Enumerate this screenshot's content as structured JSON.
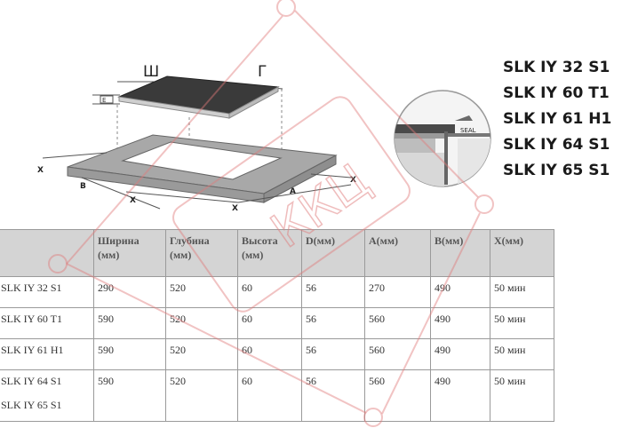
{
  "diagram": {
    "width_label": "Ш",
    "depth_label": "Г",
    "edge_label": "E",
    "seal_label": "SEAL",
    "dim_x": "X",
    "dim_b": "B",
    "dim_a": "A"
  },
  "models": [
    "SLK IY 32 S1",
    "SLK IY 60 T1",
    "SLK IY 61 H1",
    "SLK IY 64 S1",
    "SLK IY 65 S1"
  ],
  "table": {
    "headers": [
      "",
      "Ширина (мм)",
      "Глубина (мм)",
      "Высота (мм)",
      "D(мм)",
      "A(мм)",
      "B(мм)",
      "X(мм)"
    ],
    "rows": [
      [
        "SLK IY 32 S1",
        "290",
        "520",
        "60",
        "56",
        "270",
        "490",
        "50 мин"
      ],
      [
        "SLK IY 60 T1",
        "590",
        "520",
        "60",
        "56",
        "560",
        "490",
        "50 мин"
      ],
      [
        "SLK IY 61 H1",
        "590",
        "520",
        "60",
        "56",
        "560",
        "490",
        "50 мин"
      ],
      [
        "SLK IY 64 S1",
        "590",
        "520",
        "60",
        "56",
        "560",
        "490",
        "50 мин"
      ]
    ],
    "extra_model": "SLK IY 65 S1"
  },
  "watermark": "ККЦ",
  "colors": {
    "glass": "#3a3a3a",
    "countertop": "#a8a8a8",
    "header_bg": "#d4d4d4",
    "watermark": "#e07a7a"
  }
}
